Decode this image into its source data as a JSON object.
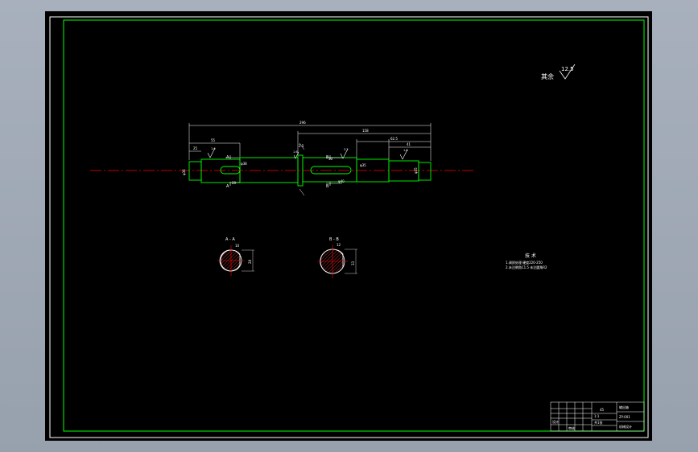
{
  "colors": {
    "background": "#000000",
    "frame": "#ffffff",
    "border": "#00ff00",
    "part_outline": "#00ff00",
    "centerline": "#ff0000",
    "dimension": "#ffffff",
    "text": "#ffffff",
    "hatch": "#ff4040",
    "app_gray": "#a7b0bc"
  },
  "roughness_note": {
    "label": "其余",
    "value": "12.5"
  },
  "dimensions": {
    "overall": "296",
    "right_segment": "158",
    "step_right": "62.5",
    "step_small": "41",
    "left_len": "55",
    "left_end": "25",
    "d_left": "φ36",
    "d_mid": "φ38",
    "d_right": "φ35",
    "d_collar": "φ40",
    "d_right_end": "φ35",
    "key_left": "20",
    "key_right": "30",
    "gap": "2.5"
  },
  "roughness_marks": [
    "1.6",
    "3.2",
    "1.6",
    "1.6"
  ],
  "section_marks": {
    "A_top": "A",
    "A_bottom": "A",
    "B_top": "B",
    "B_bottom": "B"
  },
  "sections": [
    {
      "title": "A - A",
      "width_dim": "10",
      "depth_dim": "28"
    },
    {
      "title": "B - B",
      "width_dim": "12",
      "depth_dim": "33"
    }
  ],
  "tech_requirements": {
    "title": "技 术",
    "lines": [
      "1.调质处理 硬度220-250",
      "2.未注倒角C1.5  未注圆角R2"
    ]
  },
  "title_block": {
    "drawing_name": "输出轴",
    "material": "45",
    "drawing_no": "ZY-001",
    "scale": "1:1",
    "drawn_by": "设计",
    "checked_by": "审核",
    "school": "机械设计",
    "sheet": "共1张"
  }
}
